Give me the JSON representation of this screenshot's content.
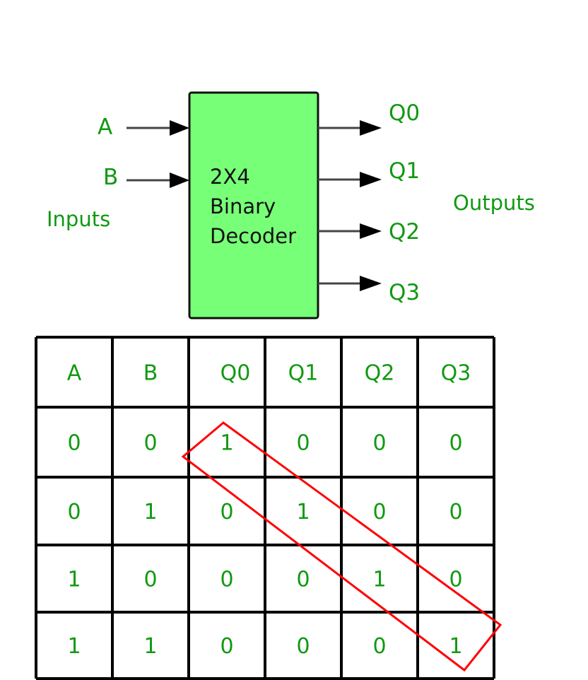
{
  "decoder": {
    "title_line1": "2X4",
    "title_line2": "Binary",
    "title_line3": "Decoder",
    "fill_color": "#77ff77",
    "inputs_label": "Inputs",
    "outputs_label": "Outputs",
    "inputs": [
      "A",
      "B"
    ],
    "outputs": [
      "Q0",
      "Q1",
      "Q2",
      "Q3"
    ]
  },
  "truth_table": {
    "headers": [
      "A",
      "B",
      "Q0",
      "Q1",
      "Q2",
      "Q3"
    ],
    "rows": [
      [
        "0",
        "0",
        "1",
        "0",
        "0",
        "0"
      ],
      [
        "0",
        "1",
        "0",
        "1",
        "0",
        "0"
      ],
      [
        "1",
        "0",
        "0",
        "0",
        "1",
        "0"
      ],
      [
        "1",
        "1",
        "0",
        "0",
        "0",
        "1"
      ]
    ],
    "highlight": "diagonal of active outputs (Q0..Q3) outlined in red",
    "highlight_color": "#ff0000",
    "text_color": "#119911"
  }
}
